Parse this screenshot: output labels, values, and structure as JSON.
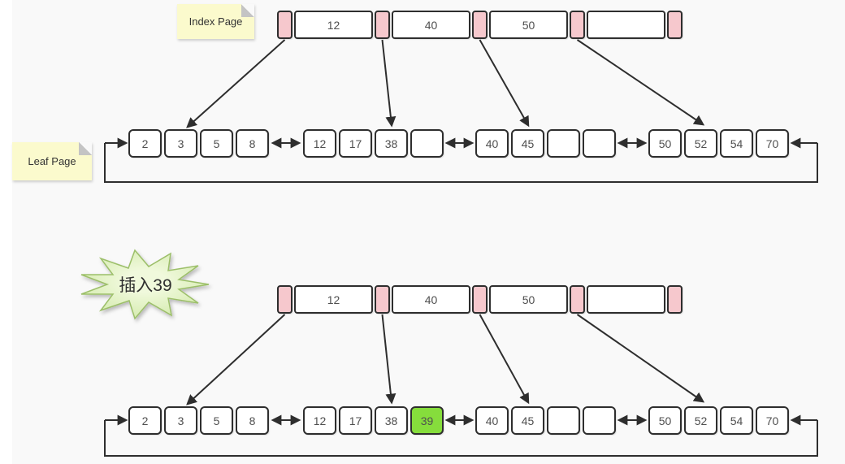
{
  "colors": {
    "page_bg": "#f9f9f9",
    "cell_border": "#2e2e2e",
    "cell_text": "#4f4f4f",
    "arrow": "#2e2e2e",
    "pointer_pink": "#f6c8cd",
    "highlight_green": "#86dd3c",
    "note_yellow": "#fbfacd",
    "note_fold": "#c4c4c4",
    "star_fill_light": "#f0f9dc",
    "star_fill_dark": "#cfe8a5",
    "star_border": "#9cbf69"
  },
  "notes": {
    "index_page": "Index Page",
    "leaf_page": "Leaf Page"
  },
  "callout": {
    "text": "插入39"
  },
  "top_diagram": {
    "index_keys": [
      "12",
      "40",
      "50",
      ""
    ],
    "leaf_groups": [
      {
        "cells": [
          "2",
          "3",
          "5",
          "8"
        ]
      },
      {
        "cells": [
          "12",
          "17",
          "38",
          ""
        ]
      },
      {
        "cells": [
          "40",
          "45",
          "",
          ""
        ]
      },
      {
        "cells": [
          "50",
          "52",
          "54",
          "70"
        ]
      }
    ]
  },
  "bottom_diagram": {
    "index_keys": [
      "12",
      "40",
      "50",
      ""
    ],
    "leaf_groups": [
      {
        "cells": [
          "2",
          "3",
          "5",
          "8"
        ]
      },
      {
        "cells": [
          "12",
          "17",
          "38",
          "39"
        ]
      },
      {
        "cells": [
          "40",
          "45",
          "",
          ""
        ]
      },
      {
        "cells": [
          "50",
          "52",
          "54",
          "70"
        ]
      }
    ],
    "inserted_value": "39"
  }
}
